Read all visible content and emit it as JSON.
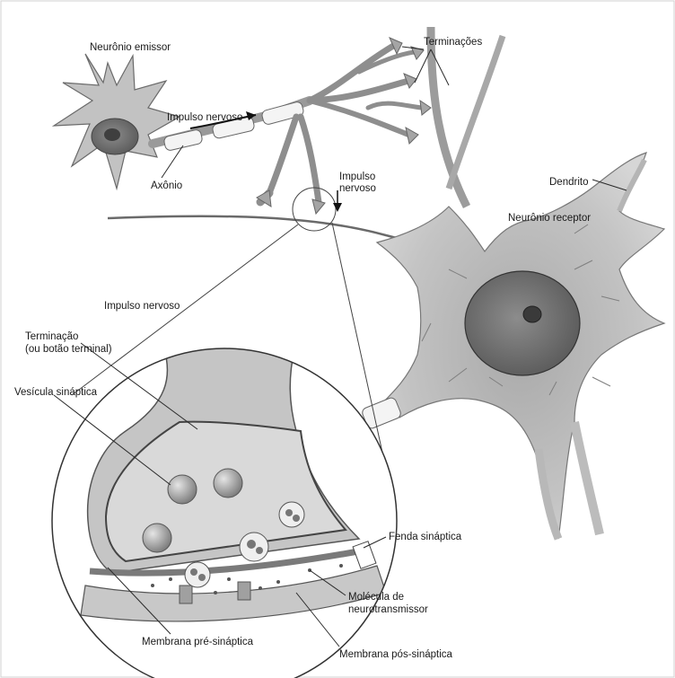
{
  "labels": {
    "neuronio_emissor": "Neurônio emissor",
    "terminacoes": "Terminações",
    "impulso_nervoso_top": "Impulso nervoso",
    "axonio": "Axônio",
    "impulso_nervoso_side_1": "Impulso",
    "impulso_nervoso_side_2": "nervoso",
    "dendrito": "Dendrito",
    "neuronio_receptor": "Neurônio receptor",
    "impulso_nervoso_mid": "Impulso nervoso",
    "terminacao_1": "Terminação",
    "terminacao_2": "(ou botão terminal)",
    "vesicula_sinaptica": "Vesícula sináptica",
    "fenda_sinaptica": "Fenda sináptica",
    "molecula_1": "Molécula de",
    "molecula_2": "neurotransmissor",
    "membrana_pre": "Membrana pré-sináptica",
    "membrana_pos": "Membrana pós-sináptica"
  },
  "colors": {
    "cell_fill": "#c8c8c8",
    "cell_dark": "#8a8a8a",
    "nucleus": "#6e6e6e",
    "line": "#2a2a2a"
  }
}
